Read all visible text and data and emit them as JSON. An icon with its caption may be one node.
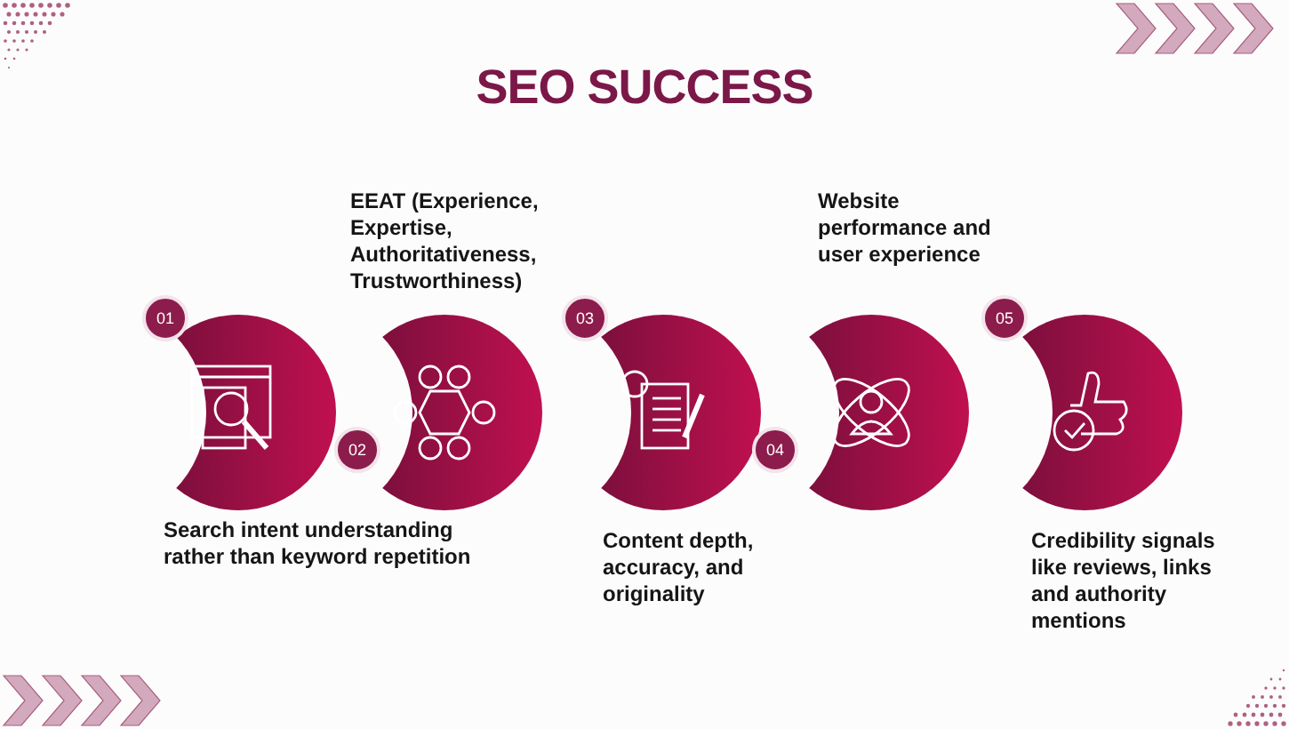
{
  "diagram": {
    "title": "SEO SUCCESS",
    "nodes": [
      {
        "text": [
          "01"
        ],
        "beside": [
          "Search intent understanding rather than keyword repetition"
        ]
      },
      {
        "text": [
          "02"
        ],
        "beside": [
          "EEAT (Experience, Expertise, Authoritativeness, Trustworthiness)"
        ]
      },
      {
        "text": [
          "03"
        ],
        "beside": [
          "Content depth, accuracy, and originality"
        ]
      },
      {
        "text": [
          "04"
        ],
        "beside": [
          "Website performance and user experience"
        ]
      },
      {
        "text": [
          "05"
        ],
        "beside": [
          "Credibility signals like reviews, links and authority mentions"
        ]
      }
    ]
  }
}
